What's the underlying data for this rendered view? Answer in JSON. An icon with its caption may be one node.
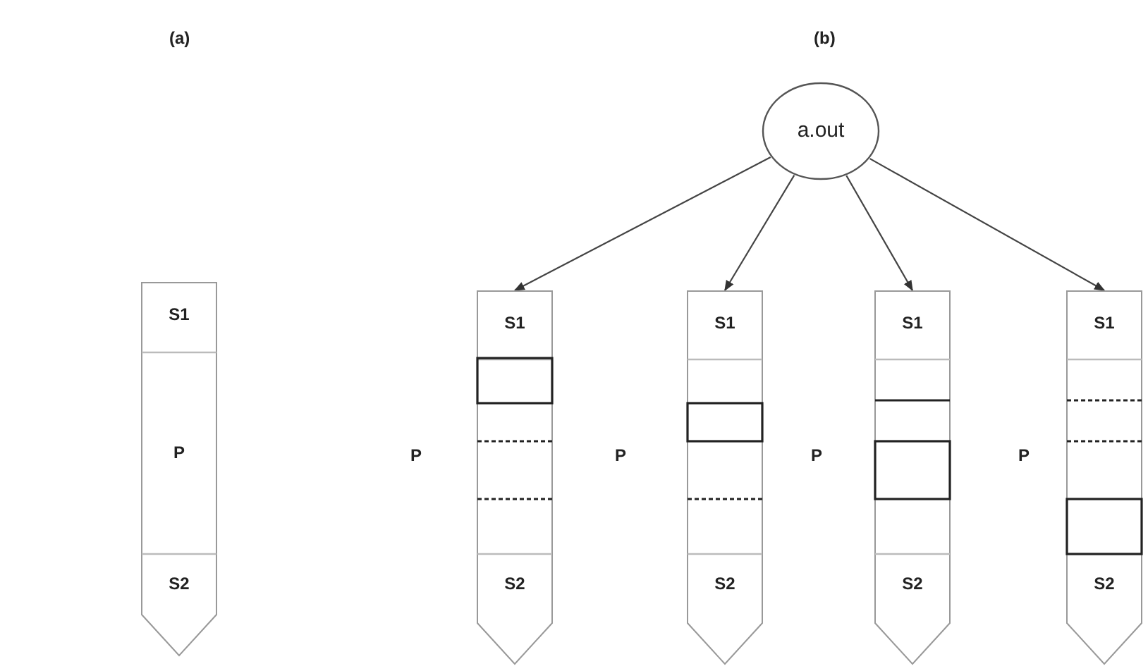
{
  "diagram": {
    "nodes": [
      {
        "text": [
          "S1",
          "P",
          "S2"
        ]
      },
      {
        "text": [
          "a.out"
        ]
      },
      {
        "text": [
          "S1",
          "S2"
        ],
        "beside": [
          "P"
        ]
      },
      {
        "text": [
          "S1",
          "S2"
        ],
        "beside": [
          "P"
        ]
      },
      {
        "text": [
          "S1",
          "S2"
        ],
        "beside": [
          "P"
        ]
      },
      {
        "text": [
          "S1",
          "S2"
        ],
        "beside": [
          "P"
        ]
      }
    ],
    "edges": [
      {
        "from": 1,
        "to": 2,
        "arrow": "to"
      },
      {
        "from": 1,
        "to": 3,
        "arrow": "to"
      },
      {
        "from": 1,
        "to": 4,
        "arrow": "to"
      },
      {
        "from": 1,
        "to": 5,
        "arrow": "to"
      }
    ],
    "labels": [
      "(a)",
      "(b)"
    ]
  }
}
